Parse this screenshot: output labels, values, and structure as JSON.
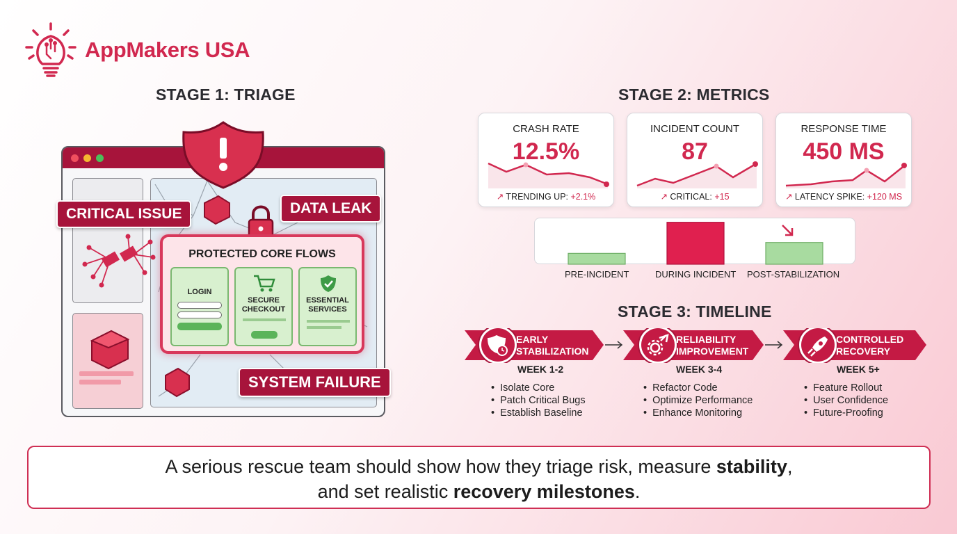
{
  "brand": {
    "name": "AppMakers USA",
    "color": "#d1284f"
  },
  "stage1": {
    "title": "STAGE 1: TRIAGE",
    "tags": {
      "critical": "CRITICAL ISSUE",
      "leak": "DATA LEAK",
      "failure": "SYSTEM FAILURE"
    },
    "core": {
      "title": "PROTECTED CORE FLOWS",
      "cards": [
        "LOGIN",
        "SECURE",
        "CHECKOUT",
        "ESSENTIAL",
        "SERVICES"
      ]
    }
  },
  "stage2": {
    "title": "STAGE 2: METRICS",
    "metrics": [
      {
        "label": "CRASH RATE",
        "value": "12.5%",
        "foot": "TRENDING UP:",
        "foot_accent": "+2.1%"
      },
      {
        "label": "INCIDENT COUNT",
        "value": "87",
        "foot": "CRITICAL:",
        "foot_accent": "+15"
      },
      {
        "label": "RESPONSE TIME",
        "value": "450 MS",
        "foot": "LATENCY SPIKE:",
        "foot_accent": "+120 MS"
      }
    ],
    "chart_data": {
      "type": "bar",
      "categories": [
        "PRE-INCIDENT",
        "DURING INCIDENT",
        "POST-STABILIZATION"
      ],
      "values": [
        14,
        54,
        28
      ],
      "colors": [
        "#a8dba0",
        "#e0204f",
        "#a8dba0"
      ]
    }
  },
  "stage3": {
    "title": "STAGE 3: TIMELINE",
    "phases": [
      {
        "title1": "EARLY",
        "title2": "STABILIZATION",
        "week": "WEEK 1-2",
        "items": [
          "Isolate Core",
          "Patch Critical Bugs",
          "Establish Baseline"
        ]
      },
      {
        "title1": "RELIABILITY",
        "title2": "IMPROVEMENT",
        "week": "WEEK 3-4",
        "items": [
          "Refactor Code",
          "Optimize Performance",
          "Enhance Monitoring"
        ]
      },
      {
        "title1": "CONTROLLED",
        "title2": "RECOVERY",
        "week": "WEEK 5+",
        "items": [
          "Feature Rollout",
          "User Confidence",
          "Future-Proofing"
        ]
      }
    ]
  },
  "message": {
    "line1_start": "A serious rescue team should show how they triage risk, measure ",
    "line1_bold": "stability",
    "line1_end": ",",
    "line2_start": "and set realistic ",
    "line2_bold": "recovery milestones",
    "line2_end": "."
  },
  "colors": {
    "accent": "#d1284f",
    "dark_red": "#a7143b",
    "green": "#a8dba0"
  }
}
